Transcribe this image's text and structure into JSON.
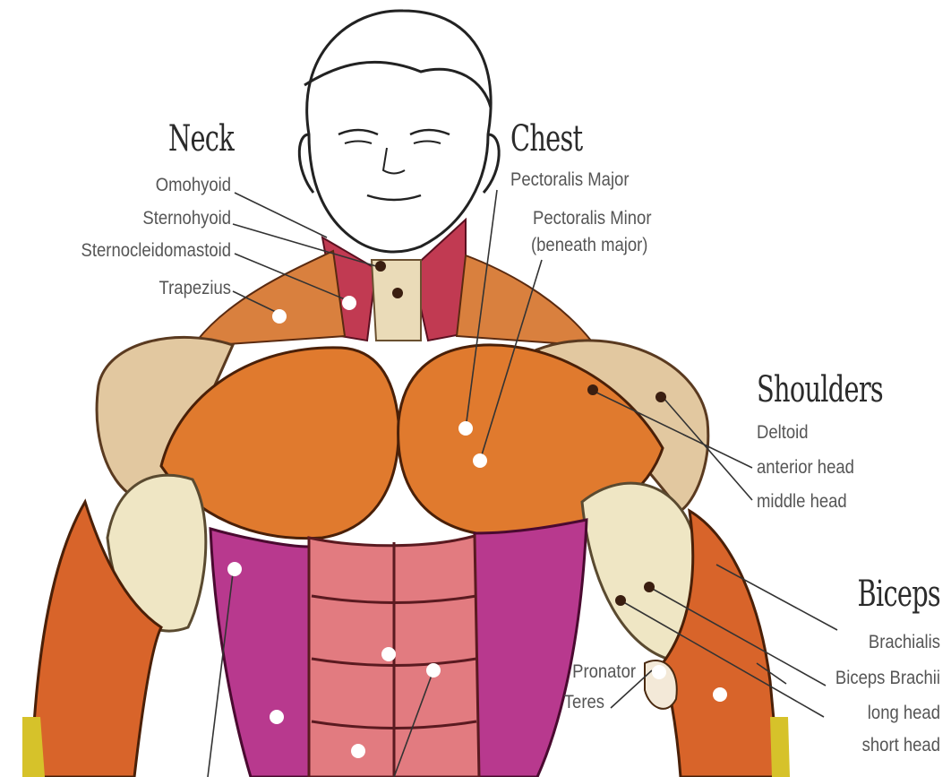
{
  "headings": {
    "neck": "Neck",
    "chest": "Chest",
    "shoulders": "Shoulders",
    "biceps": "Biceps"
  },
  "labels": {
    "omohyoid": "Omohyoid",
    "sternohyoid": "Sternohyoid",
    "sternocleidomastoid": "Sternocleidomastoid",
    "trapezius": "Trapezius",
    "pectoralis_major": "Pectoralis Major",
    "pectoralis_minor": "Pectoralis Minor",
    "pectoralis_minor_note": "(beneath major)",
    "deltoid": "Deltoid",
    "anterior_head": "anterior head",
    "middle_head": "middle head",
    "brachialis": "Brachialis",
    "biceps_brachii": "Biceps Brachii",
    "long_head": "long head",
    "short_head": "short head",
    "pronator": "Pronator",
    "teres": "Teres"
  },
  "colors": {
    "pectoral": "#e07a2e",
    "deltoid": "#e2c8a0",
    "biceps": "#efe6c4",
    "forearm": "#d8642a",
    "abs": "#e27b80",
    "obliques": "#b8398e",
    "neck_muscle": "#c13a52",
    "skin_outline": "#222222",
    "marker": "#ffffff",
    "marker_dark": "#3a1e10"
  }
}
